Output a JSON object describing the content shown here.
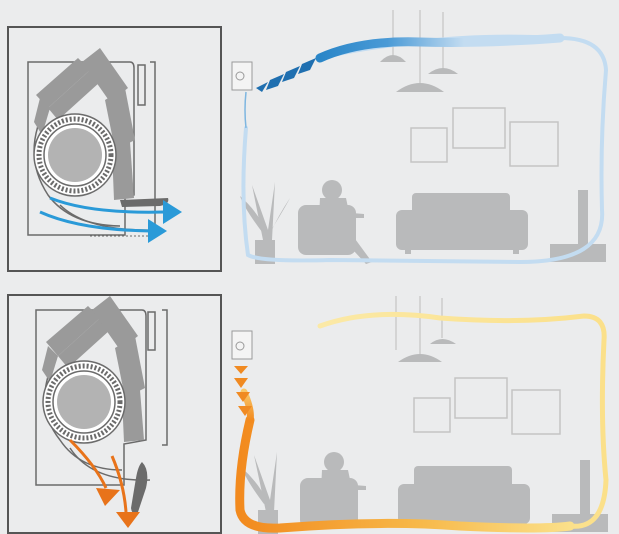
{
  "colors": {
    "background": "#ebeced",
    "frame": "#555555",
    "line": "#6b6b6b",
    "device_fill": "#9a9a9a",
    "silhouette": "#b9babb",
    "room_outline": "#c4c4c4",
    "cool_dark": "#2a86c8",
    "cool_light": "#c3dcf1",
    "warm_dark": "#f28a1e",
    "warm_light": "#fbe9a6"
  },
  "panels": [
    {
      "id": "cooling",
      "mode": "cool",
      "airflow": "horizontal",
      "description_icons": [
        "indoor-unit-cross-section-icon",
        "fan-icon",
        "louver-icon",
        "airflow-arrow-icon",
        "room-icon",
        "person-on-sofa-icon",
        "plant-icon",
        "tv-icon",
        "pendant-lamp-icon",
        "picture-frame-icon"
      ]
    },
    {
      "id": "heating",
      "mode": "warm",
      "airflow": "downward",
      "description_icons": [
        "indoor-unit-cross-section-icon",
        "fan-icon",
        "louver-icon",
        "airflow-arrow-icon",
        "room-icon",
        "person-on-sofa-icon",
        "plant-icon",
        "tv-icon",
        "pendant-lamp-icon",
        "picture-frame-icon"
      ]
    }
  ]
}
